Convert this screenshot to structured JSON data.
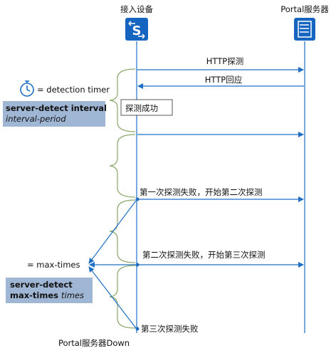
{
  "participants": {
    "left": "接入设备",
    "right": "Portal服务器"
  },
  "timer_legend": "= detection timer",
  "interval_box": {
    "line1": "server-detect interval",
    "line2": "interval-period"
  },
  "messages": {
    "http_probe": "HTTP探测",
    "http_reply": "HTTP回应",
    "probe_success": "探测成功",
    "fail_1": "第一次探测失败，开始第二次探测",
    "fail_2": "第二次探测失败，开始第三次探测",
    "fail_3": "第三次探测失败"
  },
  "max_times_label": "= max-times",
  "max_times_box": {
    "line1": "server-detect",
    "line2_bold": "max-times",
    "line2_italic": "times"
  },
  "bottom_label": "Portal服务器Down",
  "colors": {
    "accent": "#1f6fc4",
    "icon_bg": "#1565c0",
    "brace": "#8aa86a",
    "info_box": "#9fb6d4"
  },
  "icons": {
    "switch": "switch-icon",
    "server": "server-icon",
    "timer": "stopwatch-icon"
  }
}
